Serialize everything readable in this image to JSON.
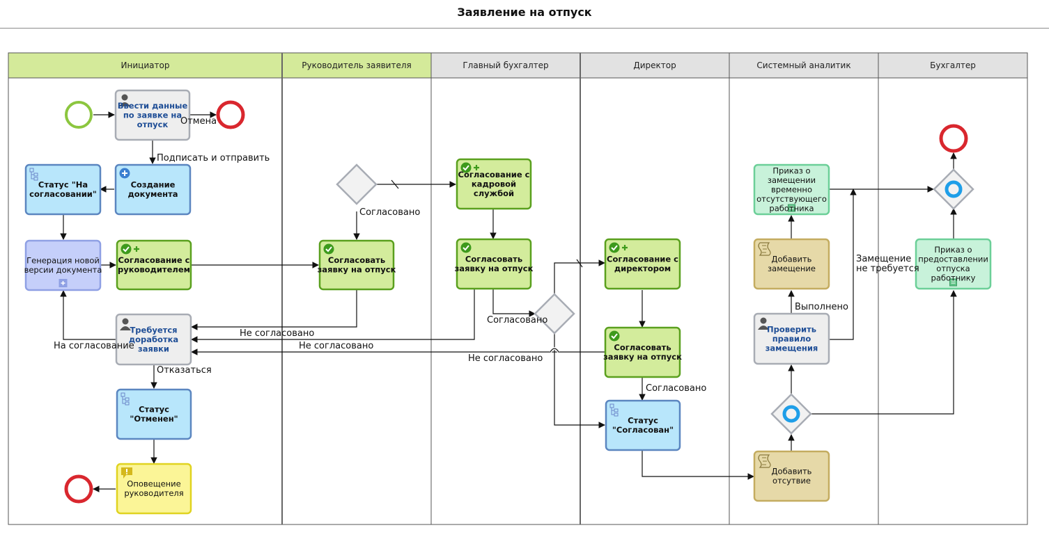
{
  "title": "Заявление на отпуск",
  "colors": {
    "lane_header_active": "#d4ea9a",
    "lane_header_inactive": "#e2e2e2",
    "lane_border": "#555555",
    "task_gray_fill": "#eeeeee",
    "task_gray_stroke": "#a8acb4",
    "task_blue_fill": "#b8e6fb",
    "task_blue_stroke": "#5b86c0",
    "task_periwinkle_fill": "#c5cffa",
    "task_periwinkle_stroke": "#8fa0e4",
    "task_green_fill": "#d3ec9c",
    "task_green_stroke": "#5aa01e",
    "task_mint_fill": "#c8f2da",
    "task_mint_stroke": "#6ccf98",
    "task_tan_fill": "#e6d9a8",
    "task_tan_stroke": "#c4ac60",
    "task_yellow_fill": "#fbf597",
    "task_yellow_stroke": "#e0d320",
    "start_event": "#8cc63f",
    "end_event": "#d9272e",
    "gateway_marker": "#1e9ee8",
    "user_task_text": "#1f4e96"
  },
  "lanes": [
    {
      "label": "Инициатор",
      "active": true
    },
    {
      "label": "Руководитель заявителя",
      "active": true
    },
    {
      "label": "Главный бухгалтер",
      "active": false
    },
    {
      "label": "Директор",
      "active": false
    },
    {
      "label": "Системный аналитик",
      "active": false
    },
    {
      "label": "Бухгалтер",
      "active": false
    }
  ],
  "nodes": [
    {
      "id": "start",
      "kind": "start-event"
    },
    {
      "id": "end-cancel",
      "kind": "end-event"
    },
    {
      "id": "end-notify",
      "kind": "end-event"
    },
    {
      "id": "end-final",
      "kind": "end-event"
    },
    {
      "id": "enter-data",
      "kind": "user-task",
      "lines": [
        "Ввести данные",
        "по заявке на",
        "отпуск"
      ],
      "icon": "user-icon"
    },
    {
      "id": "create-doc",
      "kind": "system-task",
      "lines": [
        "Создание",
        "документа"
      ],
      "icon": "plus-circle-icon"
    },
    {
      "id": "status-approval",
      "kind": "system-task",
      "lines": [
        "Статус \"На",
        "согласовании\""
      ],
      "icon": "flow-icon"
    },
    {
      "id": "generate-version",
      "kind": "subprocess",
      "lines": [
        "Генерация новой",
        "версии документа"
      ],
      "icon": "subprocess-plus-icon"
    },
    {
      "id": "approval-manager",
      "kind": "approval-task",
      "lines": [
        "Согласование с",
        "руководителем"
      ],
      "icon": "approval-icon"
    },
    {
      "id": "needs-rework",
      "kind": "user-task",
      "lines": [
        "Требуется",
        "доработка",
        "заявки"
      ],
      "icon": "user-icon"
    },
    {
      "id": "status-cancelled",
      "kind": "system-task",
      "lines": [
        "Статус",
        "\"Отменен\""
      ],
      "icon": "flow-icon"
    },
    {
      "id": "notify-manager",
      "kind": "notification-task",
      "lines": [
        "Оповещение",
        "руководителя"
      ],
      "icon": "notification-icon"
    },
    {
      "id": "approve-manager",
      "kind": "approval-task",
      "lines": [
        "Согласовать",
        "заявку на отпуск"
      ],
      "icon": "check-icon"
    },
    {
      "id": "gateway-manager",
      "kind": "gateway-exclusive"
    },
    {
      "id": "approval-hr",
      "kind": "approval-task",
      "lines": [
        "Согласование с",
        "кадровой",
        "службой"
      ],
      "icon": "approval-icon"
    },
    {
      "id": "approve-accountant",
      "kind": "approval-task",
      "lines": [
        "Согласовать",
        "заявку на отпуск"
      ],
      "icon": "check-icon"
    },
    {
      "id": "gateway-accountant",
      "kind": "gateway-exclusive"
    },
    {
      "id": "approval-director",
      "kind": "approval-task",
      "lines": [
        "Согласование с",
        "директором"
      ],
      "icon": "approval-icon"
    },
    {
      "id": "approve-director",
      "kind": "approval-task",
      "lines": [
        "Согласовать",
        "заявку на отпуск"
      ],
      "icon": "check-icon"
    },
    {
      "id": "status-approved",
      "kind": "system-task",
      "lines": [
        "Статус",
        "\"Согласован\""
      ],
      "icon": "flow-icon"
    },
    {
      "id": "add-absence",
      "kind": "script-task",
      "lines": [
        "Добавить",
        "отсутвие"
      ],
      "icon": "script-icon"
    },
    {
      "id": "gateway-inclusive-1",
      "kind": "gateway-inclusive"
    },
    {
      "id": "check-rule",
      "kind": "user-task",
      "lines": [
        "Проверить",
        "правило",
        "замещения"
      ],
      "icon": "user-icon"
    },
    {
      "id": "add-substitution",
      "kind": "script-task",
      "lines": [
        "Добавить",
        "замещение"
      ],
      "icon": "script-icon"
    },
    {
      "id": "order-substitution",
      "kind": "document-task",
      "lines": [
        "Приказ о",
        "замещении",
        "временно",
        "отсутствующего",
        "работника"
      ],
      "icon": "document-icon"
    },
    {
      "id": "gateway-inclusive-2",
      "kind": "gateway-inclusive"
    },
    {
      "id": "order-vacation",
      "kind": "document-task",
      "lines": [
        "Приказ о",
        "предоставлении",
        "отпуска",
        "работнику"
      ],
      "icon": "document-icon"
    }
  ],
  "flow_labels": [
    "Отмена",
    "Подписать и отправить",
    "Согласовано",
    "Не согласовано",
    "Не согласовано",
    "Не согласовано",
    "На согласование",
    "Отказаться",
    "Согласовано",
    "Согласовано",
    "Выполнено",
    "Замещение",
    "не требуется"
  ]
}
